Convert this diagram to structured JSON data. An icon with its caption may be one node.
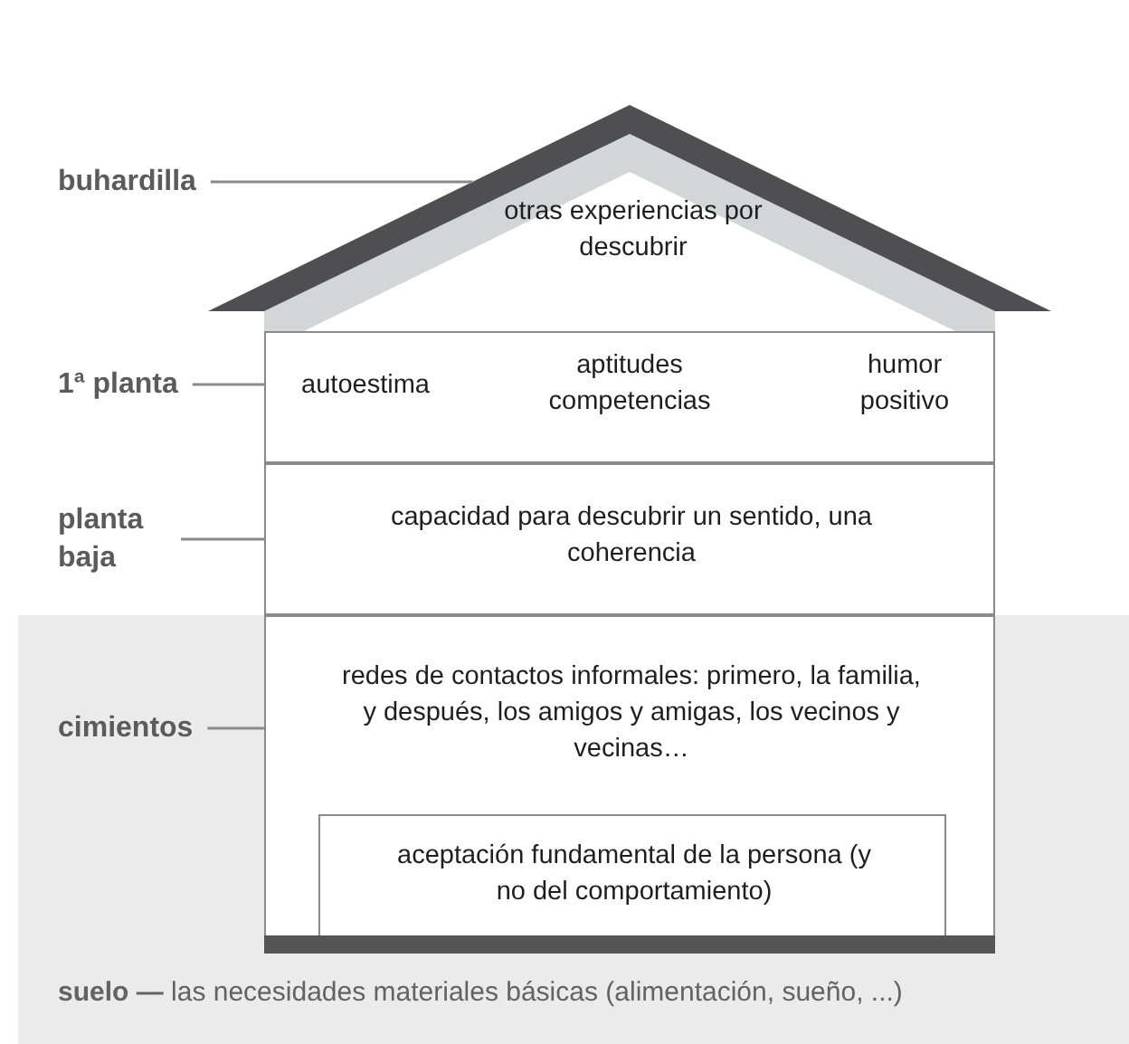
{
  "diagram": {
    "nodes": [
      {
        "text": [
          "otras experiencias por descubrir"
        ]
      },
      {
        "text": [
          "autoestima",
          "aptitudes competencias",
          "humor positivo"
        ]
      },
      {
        "text": [
          "capacidad para descubrir un sentido, una coherencia"
        ]
      },
      {
        "text": [
          "**suelo —** las necesidades materiales básicas (alimentación, sueño, ...)"
        ]
      },
      {
        "text": [
          "redes de contactos informales: primero, la familia, y después, los amigos y amigas, los vecinos y vecinas…"
        ],
        "in": 3
      },
      {
        "text": [
          "aceptación fundamental de la persona (y no del comportamiento)"
        ],
        "in": 4
      },
      {
        "text": [
          "buhardilla"
        ]
      },
      {
        "text": [
          "1ª planta"
        ]
      },
      {
        "text": [
          "planta baja"
        ]
      },
      {
        "text": [
          "cimientos"
        ],
        "in": 3
      }
    ],
    "edges": [
      {
        "from": 6,
        "to": 0,
        "arrow": "none"
      },
      {
        "from": 7,
        "to": 1,
        "arrow": "none"
      },
      {
        "from": 8,
        "to": 2,
        "arrow": "none"
      },
      {
        "from": 9,
        "to": 4,
        "arrow": "none"
      }
    ]
  }
}
